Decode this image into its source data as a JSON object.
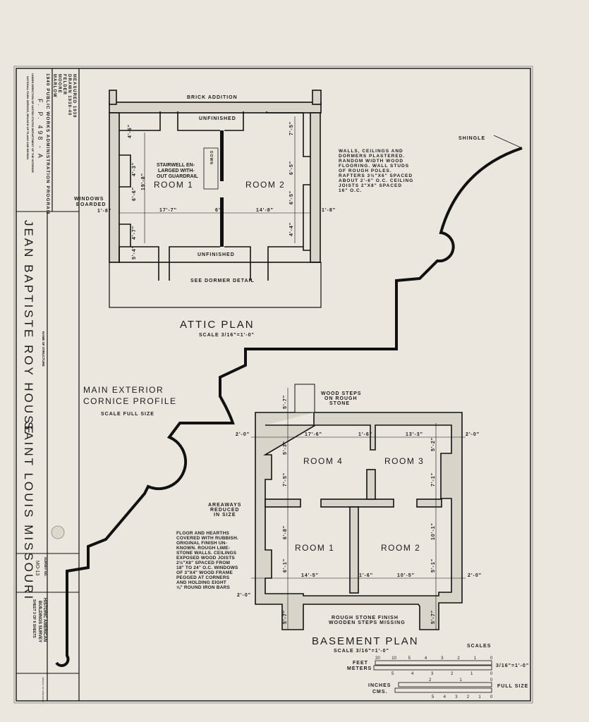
{
  "title_block": {
    "measured": "MEASURED 1939",
    "drawn": "DRAWN 1939-40",
    "drafters": [
      "FELDER",
      "MOORE",
      "MARLOW"
    ],
    "program": "1940 PUBLIC WORKS ADMINISTRATION PROGRAM",
    "project_no": "F. P. 498 - A",
    "direction_1": "UNDER DIRECTION OF UNITED STATES DEPARTMENT OF THE INTERIOR",
    "direction_2": "NATIONAL PARK SERVICE, BRANCH OF PLANS AND DESIGN",
    "structure_label": "NAME OF STRUCTURE",
    "structure_name": "JEAN BAPTISTE ROY HOUSE",
    "location": "SAINT LOUIS MISSOURI",
    "survey_label": "SURVEY NO.",
    "survey_no": "MO-13",
    "survey_title_1": "HISTORIC AMERICAN",
    "survey_title_2": "BUILDINGS SURVEY",
    "sheet": "SHEET 3 OF 9 SHEETS",
    "library": "LIBRARY OF CONGRESS"
  },
  "attic": {
    "title": "ATTIC PLAN",
    "scale": "SCALE 3/16\"=1'-0\"",
    "rooms": [
      "ROOM 1",
      "ROOM 2"
    ],
    "labels": {
      "brick": "BRICK ADDITION",
      "unfinished_top": "UNFINISHED",
      "unfinished_bottom": "UNFINISHED",
      "stair": [
        "STAIRWELL EN-",
        "LARGED WITH-",
        "OUT GUARDRAIL"
      ],
      "down": "DOWN",
      "windows": [
        "WINDOWS",
        "BOARDED"
      ],
      "dormer": "SEE DORMER DETAIL"
    },
    "dims": [
      "17'-7\"",
      "6\"",
      "14'-8\"",
      "1'-8\"",
      "1'-8\"",
      "4'-6\"",
      "4'-3\"",
      "6'-6\"",
      "4'-7\"",
      "5'-4\"",
      "19'-8\"",
      "7'-5\"",
      "6'-5\"",
      "6'-5\"",
      "4'-4\""
    ],
    "notes": [
      "WALLS, CEILINGS AND",
      "DORMERS PLASTERED.",
      "RANDOM WIDTH WOOD",
      "FLOORING. WALL STUDS",
      "OF ROUGH POLES.",
      "RAFTERS 3½\"X6\" SPACED",
      "ABOUT 2'-6\" O.C. CEILING",
      "JOISTS 2\"X8\" SPACED",
      "16\" O.C."
    ]
  },
  "cornice": {
    "title_1": "MAIN EXTERIOR",
    "title_2": "CORNICE PROFILE",
    "scale": "SCALE FULL SIZE",
    "shingle": "SHINGLE"
  },
  "basement": {
    "title": "BASEMENT PLAN",
    "scale": "SCALE 3/16\"=1'-0\"",
    "rooms": [
      "ROOM 4",
      "ROOM 3",
      "ROOM 1",
      "ROOM 2"
    ],
    "labels": {
      "steps": [
        "WOOD STEPS",
        "ON ROUGH",
        "STONE"
      ],
      "areaways": [
        "AREAWAYS",
        "REDUCED",
        "IN SIZE"
      ],
      "finish": [
        "ROUGH STONE FINISH",
        "WOODEN STEPS MISSING"
      ]
    },
    "dims": [
      "17'-6\"",
      "1'-6\"",
      "13'-3\"",
      "2'-0\"",
      "2'-0\"",
      "14'-5\"",
      "1'-6\"",
      "10'-5\"",
      "2'-0\"",
      "2'-0\"",
      "5'-7\"",
      "5'-3\"",
      "7'-5\"",
      "6'-8\"",
      "6'-1\"",
      "5'-7\"",
      "5'-2\"",
      "7'-1\"",
      "10'-1\"",
      "5'-1\"",
      "5'-7\""
    ],
    "notes": [
      "FLOOR AND HEARTHS",
      "COVERED WITH RUBBISH.",
      "ORIGINAL FINISH UN-",
      "KNOWN. ROUGH LIME-",
      "STONE WALLS. CEILINGS",
      "EXPOSED WOOD JOISTS",
      "2½\"X8\" SPACED FROM",
      "18\" TO 24\" O.C. WINDOWS",
      "OF 3\"X4\" WOOD FRAME",
      "PEGGED AT CORNERS",
      "AND HOLDING EIGHT",
      "⅝\" ROUND IRON BARS"
    ]
  },
  "scales": {
    "title": "SCALES",
    "feet": "FEET",
    "meters": "METERS",
    "inches": "INCHES",
    "cms": "CMS.",
    "feet_ticks": [
      "20",
      "10",
      "5",
      "4",
      "3",
      "2",
      "1",
      "0"
    ],
    "meter_ticks": [
      "5",
      "4",
      "3",
      "2",
      "1",
      "0"
    ],
    "inch_ticks": [
      "2",
      "1",
      "0"
    ],
    "cm_ticks": [
      "5",
      "4",
      "3",
      "2",
      "1",
      "0"
    ],
    "arch_scale": "3/16\"=1'-0\"",
    "full_size": "FULL SIZE"
  }
}
